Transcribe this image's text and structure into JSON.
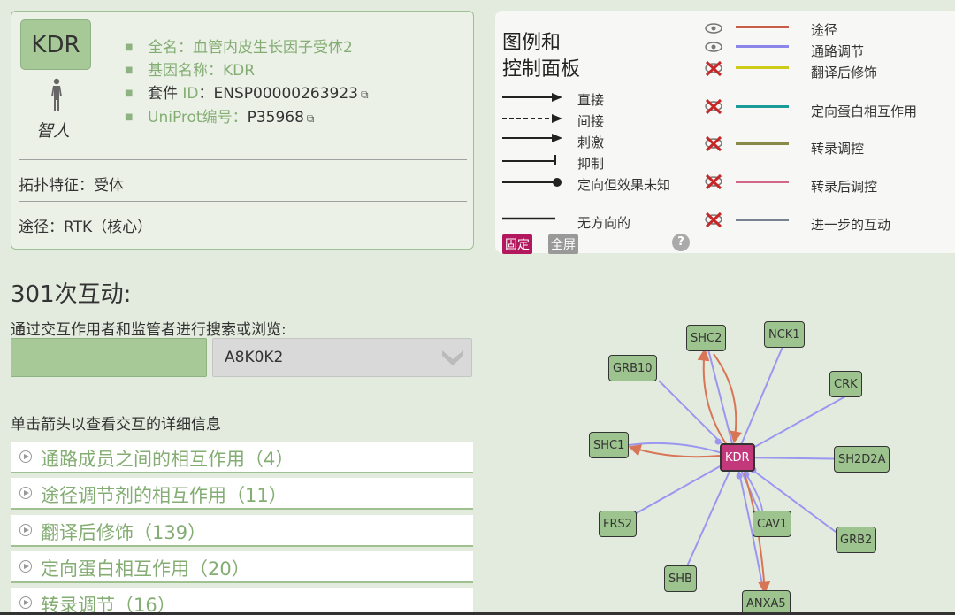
{
  "gene": {
    "symbol": "KDR",
    "species": "智人",
    "full_name_label": "全名：",
    "full_name": "血管内皮生长因子受体2",
    "gene_name_label": "基因名称：",
    "gene_name": "KDR",
    "ensembl_label": "套件 ",
    "ensembl_id_label": "ID",
    "ensembl_colon": "：",
    "ensembl_value": "ENSP00000263923",
    "uniprot_label": "UniProt编号：",
    "uniprot_value": "P35968",
    "topology": "拓扑特征：受体",
    "pathway": "途径：RTK（核心）",
    "ext_link_glyph": "⧉"
  },
  "legend": {
    "title_line1": "图例和",
    "title_line2": "控制面板",
    "arrows": [
      "直接",
      "间接",
      "刺激",
      "抑制",
      "定向但效果未知",
      "无方向的"
    ],
    "lines": [
      {
        "label": "途径",
        "color": "#c85e48",
        "control": "eye-icon"
      },
      {
        "label": "通路调节",
        "color": "#8a86ec",
        "control": "eye-icon"
      },
      {
        "label": "翻译后修饰",
        "color": "#cccb18",
        "control": "hidden-icon"
      },
      {
        "label": "定向蛋白相互作用",
        "color": "#1a9b97",
        "control": "hidden-icon"
      },
      {
        "label": "转录调控",
        "color": "#888a4a",
        "control": "hidden-icon"
      },
      {
        "label": "转录后调控",
        "color": "#d2668a",
        "control": "hidden-icon"
      },
      {
        "label": "进一步的互动",
        "color": "#76838e",
        "control": "hidden-icon"
      }
    ],
    "pin_label": "固定",
    "fullscreen_label": "全屏",
    "help_label": "?"
  },
  "interactions": {
    "count_title": "301次互动:",
    "search_prompt": "通过交互作用者和监管者进行搜索或浏览:",
    "search_value": "",
    "select_value": "A8K0K2",
    "click_hint": "单击箭头以查看交互的详细信息",
    "categories": [
      "通路成员之间的相互作用（4）",
      "途径调节剂的相互作用（11）",
      "翻译后修饰（139）",
      "定向蛋白相互作用（20）",
      "转录调节（16）"
    ]
  },
  "network": {
    "nodes": [
      "KDR",
      "SHC2",
      "NCK1",
      "GRB10",
      "CRK",
      "SHC1",
      "SH2D2A",
      "CAV1",
      "FRS2",
      "GRB2",
      "SHB",
      "ANXA5"
    ]
  }
}
